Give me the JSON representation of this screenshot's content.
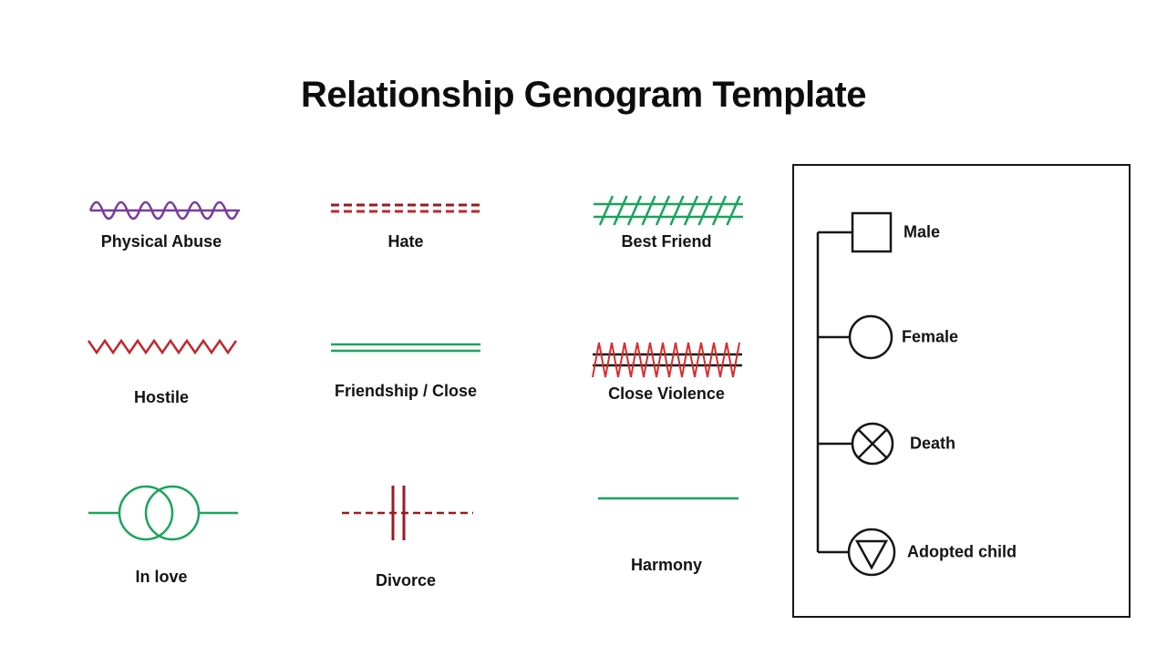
{
  "title": "Relationship Genogram Template",
  "colors": {
    "purple": "#7A3B9E",
    "green": "#1AA45C",
    "red": "#C1272D",
    "red_bright": "#DB2C2C",
    "dark_red": "#9A1B1F",
    "black": "#161616"
  },
  "symbols": [
    {
      "label": "Physical Abuse",
      "icon": "wavy-line-icon"
    },
    {
      "label": "Hate",
      "icon": "double-dashed-line-icon"
    },
    {
      "label": "Best Friend",
      "icon": "hatched-double-line-icon"
    },
    {
      "label": "Hostile",
      "icon": "zigzag-line-icon"
    },
    {
      "label": "Friendship / Close",
      "icon": "double-line-icon"
    },
    {
      "label": "Close Violence",
      "icon": "zigzag-over-double-line-icon"
    },
    {
      "label": "In love",
      "icon": "interlocking-circles-line-icon"
    },
    {
      "label": "Divorce",
      "icon": "dashed-line-double-bar-icon"
    },
    {
      "label": "Harmony",
      "icon": "single-line-icon"
    }
  ],
  "legend": {
    "items": [
      {
        "label": "Male",
        "icon": "square-icon"
      },
      {
        "label": "Female",
        "icon": "circle-icon"
      },
      {
        "label": "Death",
        "icon": "circle-x-icon"
      },
      {
        "label": "Adopted child",
        "icon": "circle-triangle-icon"
      }
    ]
  }
}
